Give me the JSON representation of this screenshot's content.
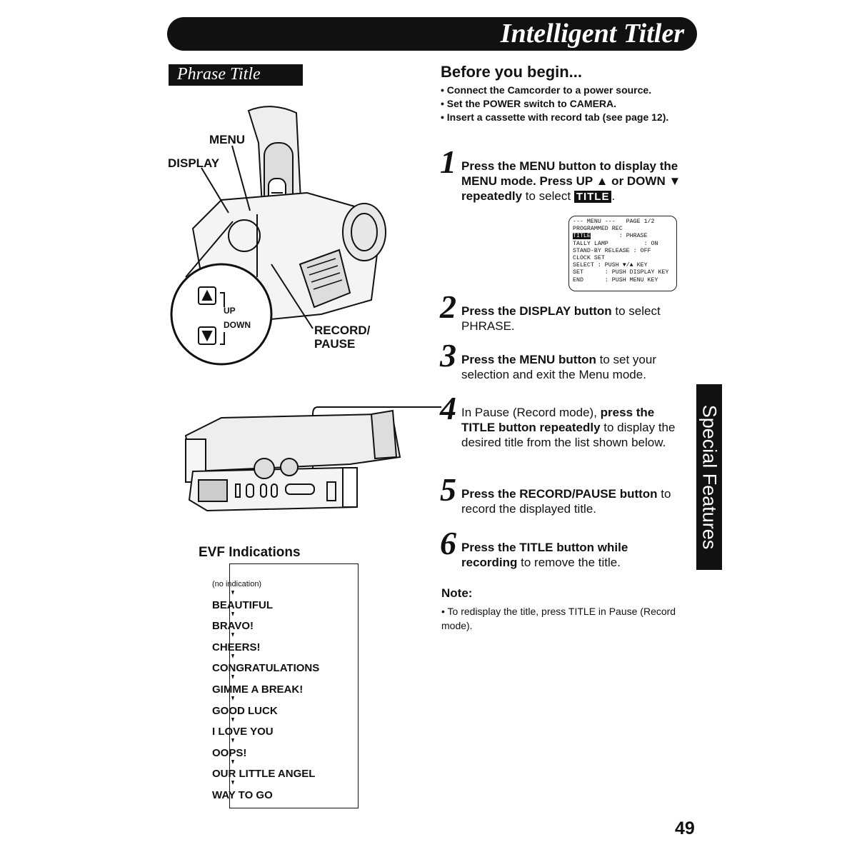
{
  "header": {
    "title": "Intelligent Titler"
  },
  "section": {
    "title": "Phrase Title"
  },
  "before": {
    "heading": "Before you begin...",
    "items": [
      "Connect the Camcorder to a power source.",
      "Set the POWER switch to CAMERA.",
      "Insert a cassette with record tab (see page 12)."
    ]
  },
  "diagram": {
    "menu": "MENU",
    "display": "DISPLAY",
    "up": "UP",
    "down": "DOWN",
    "record1": "RECORD/",
    "record2": "PAUSE"
  },
  "steps": [
    {
      "num": "1",
      "b1": "Press the MENU button to display the MENU mode. Press UP ▲ or DOWN ▼ repeatedly",
      "t1": " to select ",
      "chip": "TITLE",
      "t2": "."
    },
    {
      "num": "2",
      "b1": "Press the DISPLAY button",
      "t1": " to select PHRASE."
    },
    {
      "num": "3",
      "b1": "Press the MENU button",
      "t1": " to set your selection and exit the Menu mode."
    },
    {
      "num": "4",
      "t0": "In Pause (Record mode), ",
      "b1": "press the TITLE button repeatedly",
      "t1": " to display the desired title from the list shown below."
    },
    {
      "num": "5",
      "b1": "Press the RECORD/PAUSE button",
      "t1": " to record the displayed title."
    },
    {
      "num": "6",
      "b1": "Press the TITLE button while recording",
      "t1": " to remove the title."
    }
  ],
  "menu_screen": {
    "l1": "--- MENU ---   PAGE 1/2",
    "l2": "PROGRAMMED REC",
    "l3a": "TITLE",
    "l3b": "        : PHRASE",
    "l4": "TALLY LAMP          : ON",
    "l5": "STAND-BY RELEASE : OFF",
    "l6": "CLOCK SET",
    "l7": "SELECT : PUSH ▼/▲ KEY",
    "l8": "SET      : PUSH DISPLAY KEY",
    "l9": "END      : PUSH MENU KEY"
  },
  "note": {
    "heading": "Note:",
    "text": "• To redisplay the title, press TITLE in Pause (Record mode)."
  },
  "side_tab": "Special Features",
  "evf": {
    "heading": "EVF Indications",
    "items": [
      "(no indication)",
      "BEAUTIFUL",
      "BRAVO!",
      "CHEERS!",
      "CONGRATULATIONS",
      "GIMME  A  BREAK!",
      "GOOD  LUCK",
      "I  LOVE  YOU",
      "OOPS!",
      "OUR  LITTLE  ANGEL",
      "WAY  TO  GO"
    ]
  },
  "page_number": "49"
}
